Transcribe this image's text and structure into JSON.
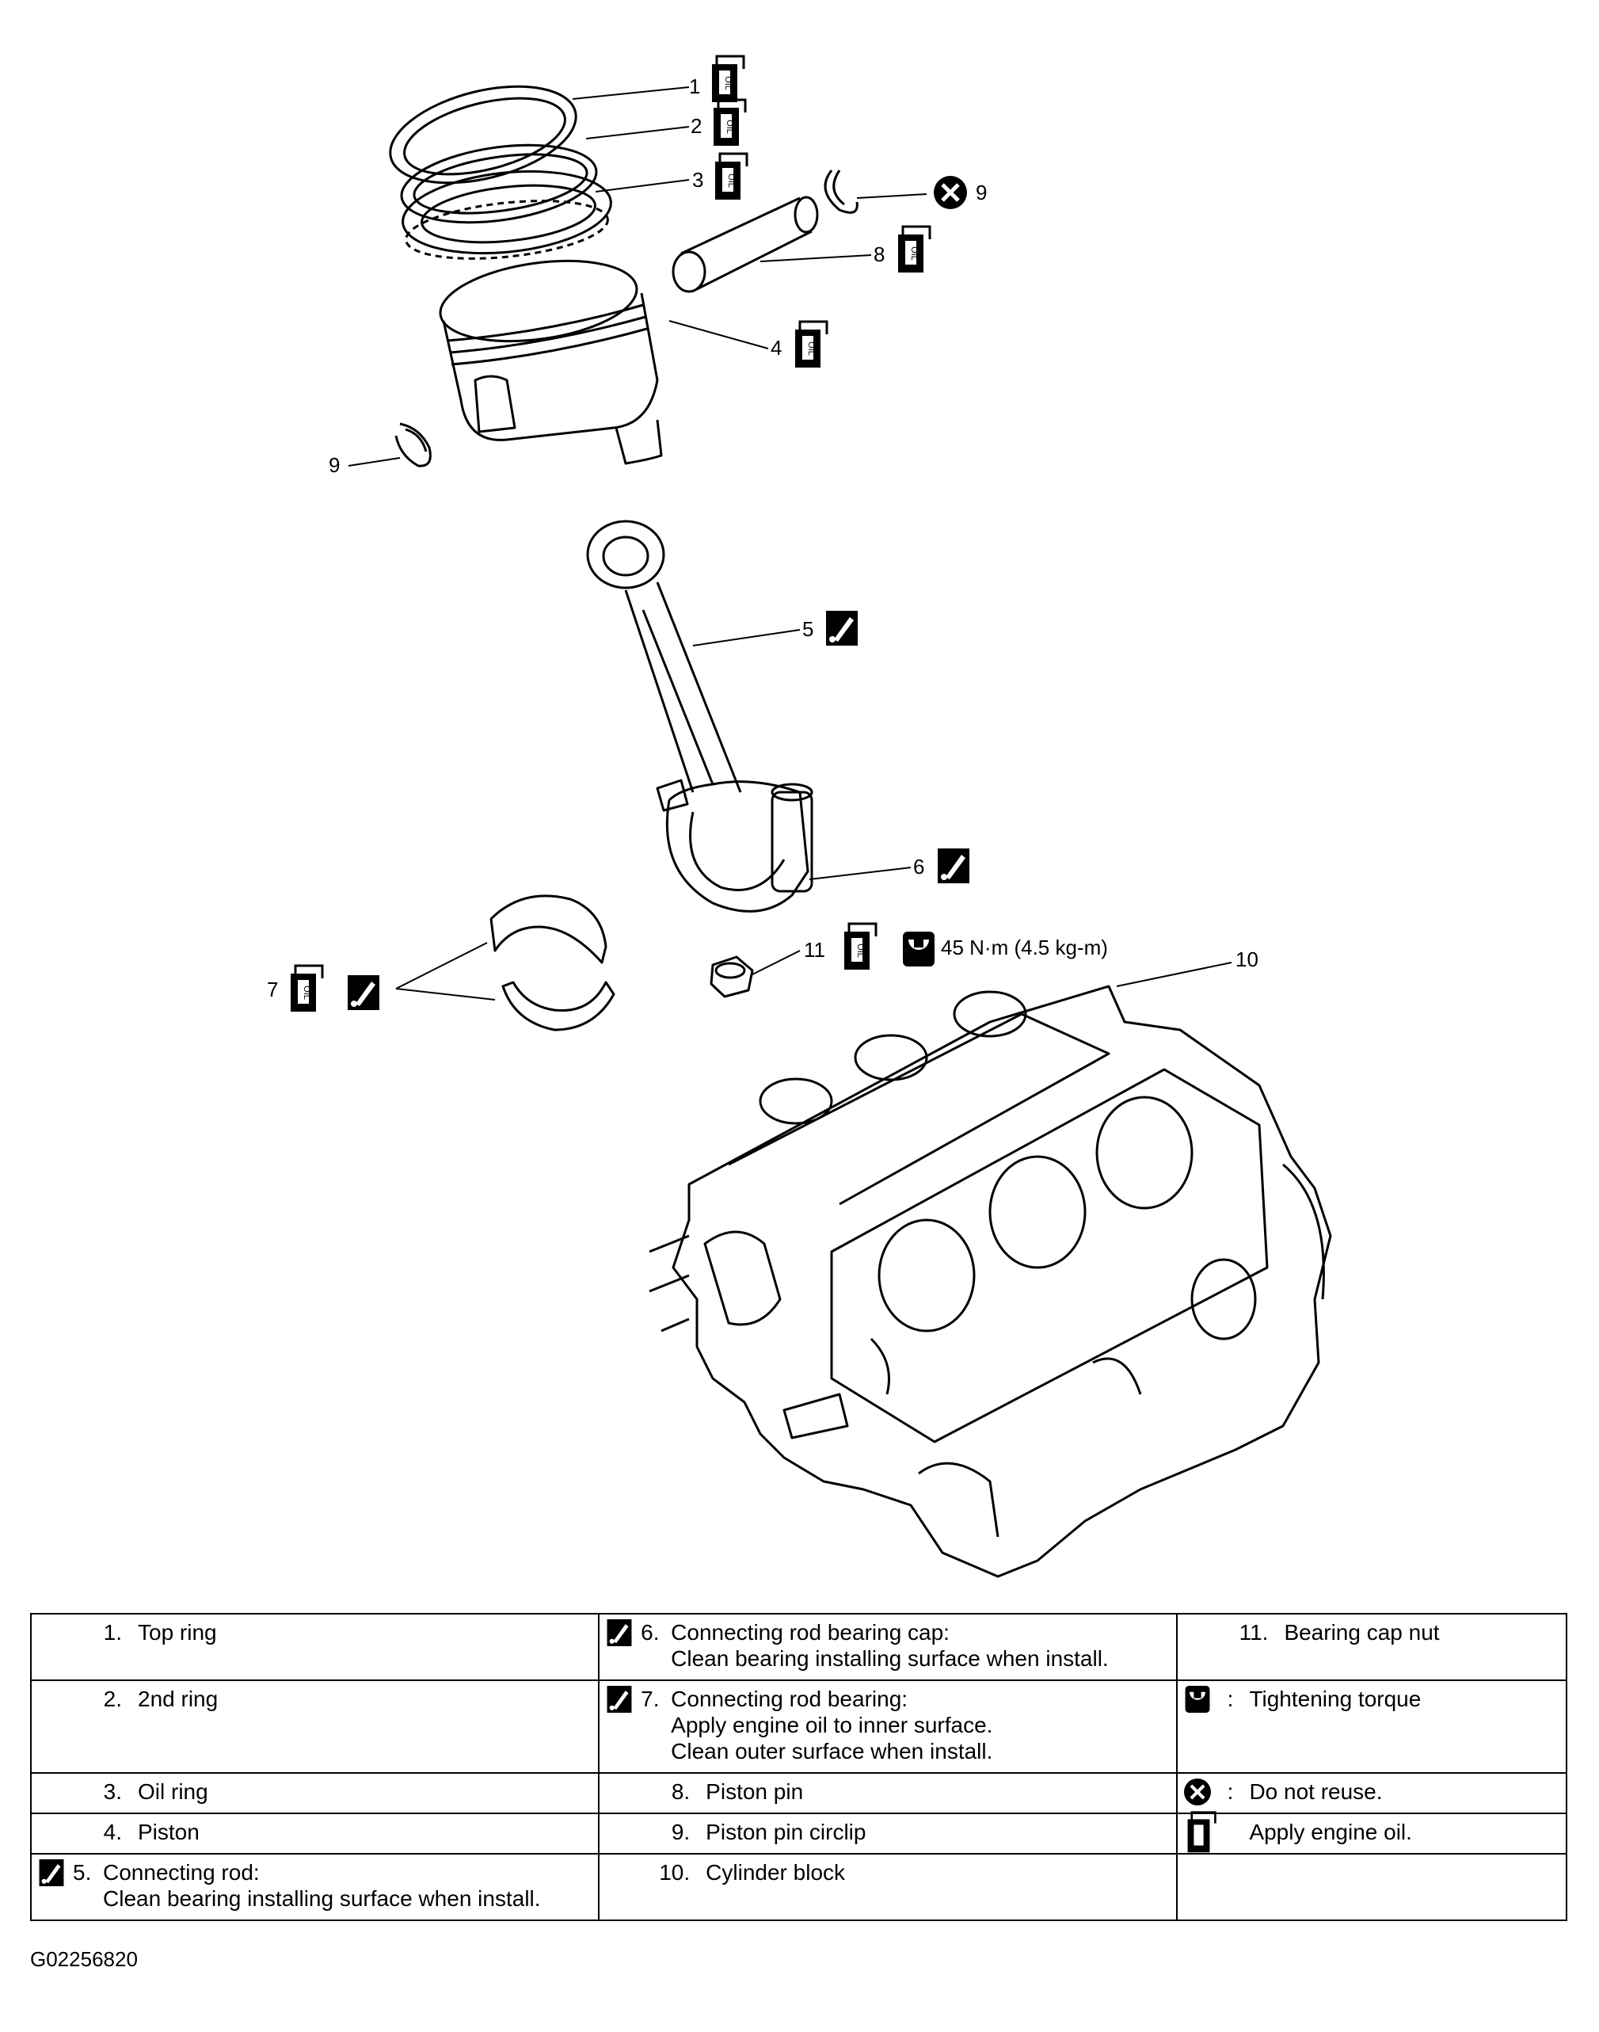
{
  "diagram": {
    "callouts": {
      "c1": "1",
      "c2": "2",
      "c3": "3",
      "c4": "4",
      "c5": "5",
      "c6": "6",
      "c7": "7",
      "c8": "8",
      "c9a": "9",
      "c9b": "9",
      "c10": "10",
      "c11": "11"
    },
    "torque_spec": "45 N·m (4.5 kg-m)",
    "oil_can_label": "OIL"
  },
  "legend": {
    "rows": [
      [
        {
          "number": "1.",
          "lines": [
            "Top ring"
          ]
        },
        {
          "icon": "clean-surface-icon",
          "number": "6.",
          "lines": [
            "Connecting rod bearing cap:",
            "Clean bearing installing surface when install."
          ]
        },
        {
          "number": "11.",
          "lines": [
            "Bearing cap nut"
          ]
        }
      ],
      [
        {
          "number": "2.",
          "lines": [
            "2nd ring"
          ]
        },
        {
          "icon": "clean-surface-icon",
          "number": "7.",
          "lines": [
            "Connecting rod bearing:",
            "Apply engine oil to inner surface.",
            "Clean outer surface when install."
          ]
        },
        {
          "icon": "torque-icon",
          "number": ":",
          "lines": [
            "Tightening torque"
          ]
        }
      ],
      [
        {
          "number": "3.",
          "lines": [
            "Oil ring"
          ]
        },
        {
          "number": "8.",
          "lines": [
            "Piston pin"
          ]
        },
        {
          "icon": "do-not-reuse-icon",
          "number": ":",
          "lines": [
            "Do not reuse."
          ]
        }
      ],
      [
        {
          "number": "4.",
          "lines": [
            "Piston"
          ]
        },
        {
          "number": "9.",
          "lines": [
            "Piston pin circlip"
          ]
        },
        {
          "icon": "oil-can-icon",
          "number": "",
          "lines": [
            "Apply engine oil."
          ]
        }
      ],
      [
        {
          "icon": "clean-surface-icon",
          "number": "5.",
          "lines": [
            "Connecting rod:",
            "Clean bearing installing surface when install."
          ]
        },
        {
          "number": "10.",
          "lines": [
            "Cylinder block"
          ]
        },
        {
          "number": "",
          "lines": []
        }
      ]
    ]
  },
  "figure_code": "G02256820"
}
